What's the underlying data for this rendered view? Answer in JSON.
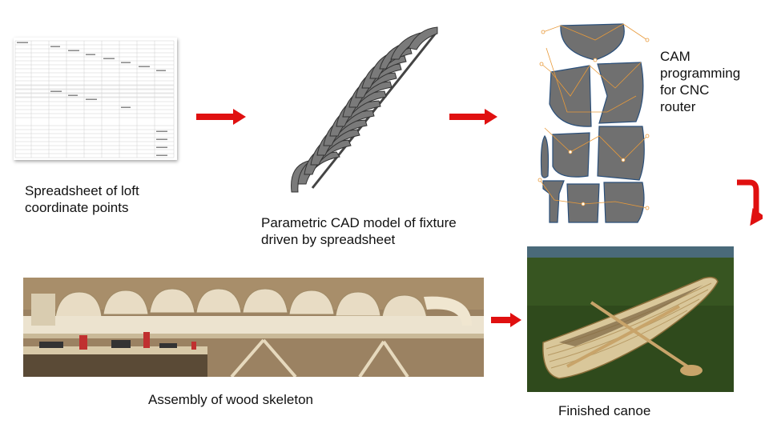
{
  "captions": {
    "spreadsheet": [
      "Spreadsheet of loft",
      "coordinate points"
    ],
    "cad": [
      "Parametric CAD model of fixture",
      "driven by spreadsheet"
    ],
    "cam": [
      "CAM",
      "programming",
      "for CNC",
      "router"
    ],
    "assembly": "Assembly of wood skeleton",
    "canoe": "Finished canoe"
  },
  "colors": {
    "arrow": "#e01010",
    "part_fill": "#6f6f6f",
    "part_edge": "#2a4f7a",
    "toolpath": "#e89a3a"
  }
}
